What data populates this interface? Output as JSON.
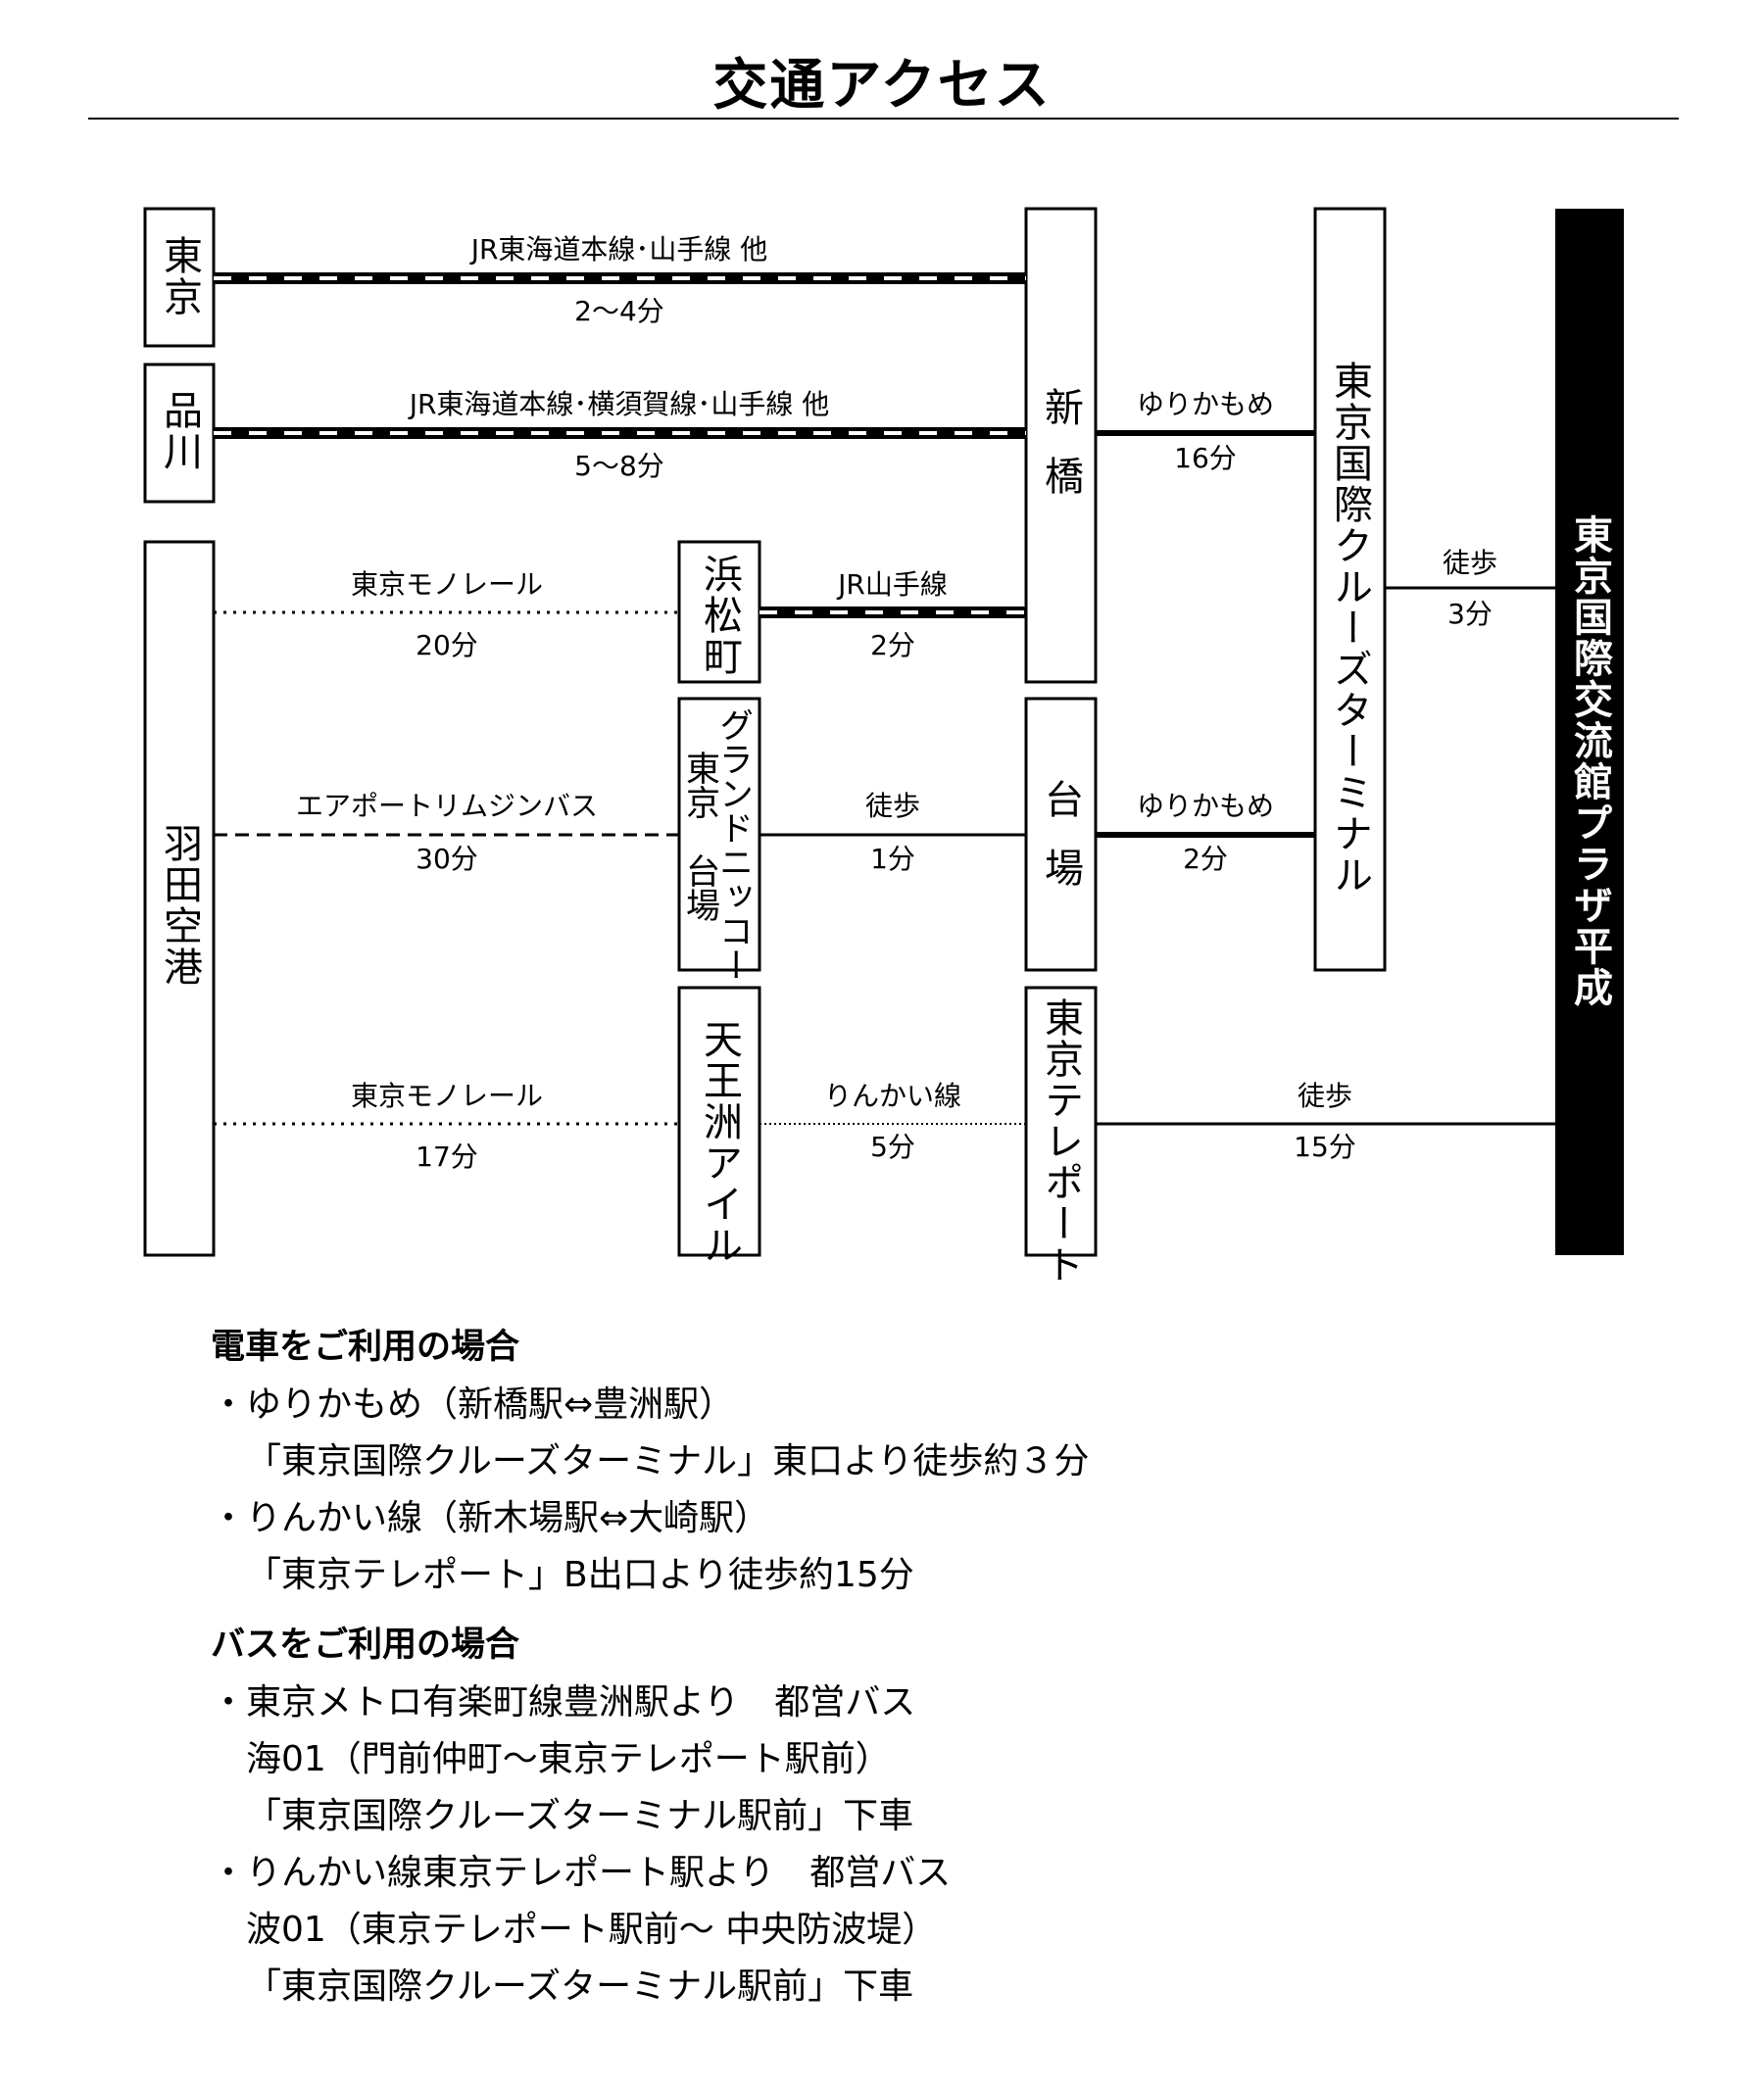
{
  "title": "交通アクセス",
  "stations": {
    "tokyo": "東京",
    "shinagawa": "品川",
    "haneda": "羽田空港",
    "hamamatsucho": "浜松町",
    "grand_nikko_a": "グランドニッコー",
    "grand_nikko_b": "東京　台場",
    "tennozu": "天王洲アイル",
    "shimbashi": "新橋",
    "daiba": "台場",
    "telecom": "東京テレポート",
    "cruise_terminal": "東京国際クルーズターミナル",
    "destination": "東京国際交流館プラザ平成"
  },
  "routes": {
    "tokyo_shimbashi": {
      "line": "JR東海道本線･山手線 他",
      "time": "2〜4分"
    },
    "shinagawa_shimbashi": {
      "line": "JR東海道本線･横須賀線･山手線 他",
      "time": "5〜8分"
    },
    "haneda_hamamatsucho": {
      "line": "東京モノレール",
      "time": "20分"
    },
    "hamamatsucho_shimbashi": {
      "line": "JR山手線",
      "time": "2分"
    },
    "haneda_grandnikko": {
      "line": "エアポートリムジンバス",
      "time": "30分"
    },
    "grandnikko_daiba": {
      "line": "徒歩",
      "time": "1分"
    },
    "haneda_tennozu": {
      "line": "東京モノレール",
      "time": "17分"
    },
    "tennozu_telecom": {
      "line": "りんかい線",
      "time": "5分"
    },
    "shimbashi_cruise": {
      "line": "ゆりかもめ",
      "time": "16分"
    },
    "daiba_cruise": {
      "line": "ゆりかもめ",
      "time": "2分"
    },
    "cruise_dest": {
      "line": "徒歩",
      "time": "3分"
    },
    "telecom_dest": {
      "line": "徒歩",
      "time": "15分"
    }
  },
  "notes": {
    "train_heading": "電車をご利用の場合",
    "train_1": "・ゆりかもめ（新橋駅⇔豊洲駅）",
    "train_1_sub": "「東京国際クルーズターミナル」東口より徒歩約３分",
    "train_2": "・りんかい線（新木場駅⇔大崎駅）",
    "train_2_sub": "「東京テレポート」B出口より徒歩約15分",
    "bus_heading": "バスをご利用の場合",
    "bus_1": "・東京メトロ有楽町線豊洲駅より　都営バス",
    "bus_1_sub1": "海01（門前仲町〜東京テレポート駅前）",
    "bus_1_sub2": "「東京国際クルーズターミナル駅前」下車",
    "bus_2": "・りんかい線東京テレポート駅より　都営バス",
    "bus_2_sub1": "波01（東京テレポート駅前〜 中央防波堤）",
    "bus_2_sub2": "「東京国際クルーズターミナル駅前」下車"
  }
}
